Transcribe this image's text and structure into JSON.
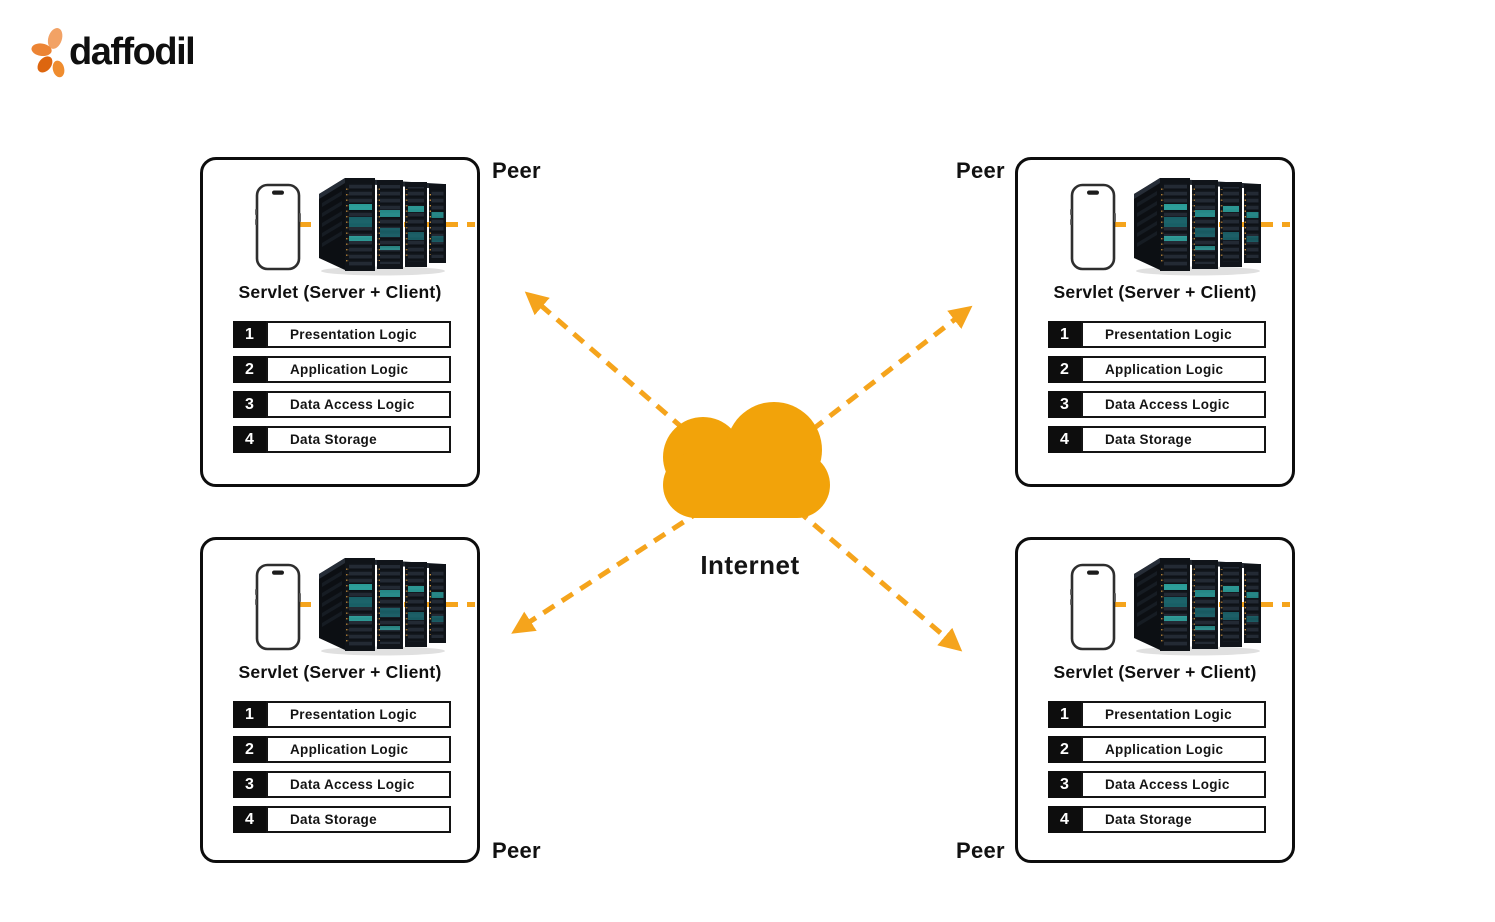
{
  "logo": {
    "brand": "daffodil"
  },
  "colors": {
    "accent_orange": "#F5A41C",
    "cloud_orange": "#F2A30A",
    "ink": "#111111",
    "server_teal": "#2FB3AD"
  },
  "icons": {
    "flower": "daffodil-flower-icon",
    "phone": "smartphone-icon",
    "server": "server-rack-icon",
    "cloud": "internet-cloud-icon",
    "arrow": "dashed-arrow"
  },
  "center": {
    "internet_label": "Internet"
  },
  "peers": [
    {
      "position": "top-left",
      "peer_label": "Peer",
      "servlet_title": "Servlet (Server + Client)",
      "layers": [
        {
          "num": "1",
          "label": "Presentation Logic"
        },
        {
          "num": "2",
          "label": "Application Logic"
        },
        {
          "num": "3",
          "label": "Data Access Logic"
        },
        {
          "num": "4",
          "label": "Data Storage"
        }
      ]
    },
    {
      "position": "top-right",
      "peer_label": "Peer",
      "servlet_title": "Servlet (Server + Client)",
      "layers": [
        {
          "num": "1",
          "label": "Presentation Logic"
        },
        {
          "num": "2",
          "label": "Application Logic"
        },
        {
          "num": "3",
          "label": "Data Access Logic"
        },
        {
          "num": "4",
          "label": "Data Storage"
        }
      ]
    },
    {
      "position": "bottom-left",
      "peer_label": "Peer",
      "servlet_title": "Servlet (Server + Client)",
      "layers": [
        {
          "num": "1",
          "label": "Presentation Logic"
        },
        {
          "num": "2",
          "label": "Application Logic"
        },
        {
          "num": "3",
          "label": "Data Access Logic"
        },
        {
          "num": "4",
          "label": "Data Storage"
        }
      ]
    },
    {
      "position": "bottom-right",
      "peer_label": "Peer",
      "servlet_title": "Servlet (Server + Client)",
      "layers": [
        {
          "num": "1",
          "label": "Presentation Logic"
        },
        {
          "num": "2",
          "label": "Application Logic"
        },
        {
          "num": "3",
          "label": "Data Access Logic"
        },
        {
          "num": "4",
          "label": "Data Storage"
        }
      ]
    }
  ]
}
